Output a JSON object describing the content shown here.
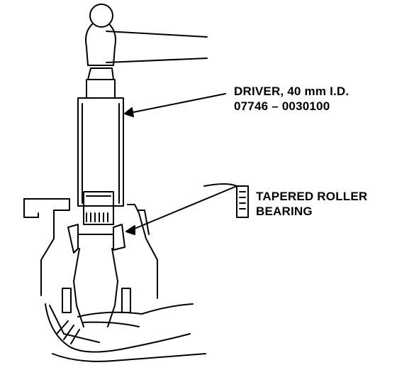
{
  "callouts": {
    "driver": {
      "name": "DRIVER, 40 mm I.D.",
      "part_number": "07746 – 0030100"
    },
    "bearing": {
      "line1": "TAPERED ROLLER",
      "line2": "BEARING"
    }
  },
  "colors": {
    "ink": "#000000",
    "paper": "#ffffff"
  }
}
